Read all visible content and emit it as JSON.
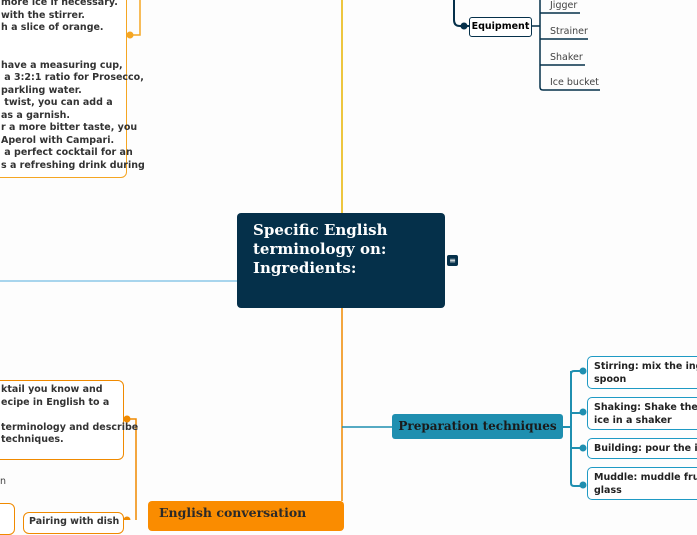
{
  "central": {
    "title": "Specific English terminology on: Ingredients:"
  },
  "topleft_note": {
    "text": "more ice if necessary.\nwith the stirrer.\nh a slice of orange.\n\n\nhave a measuring cup,\n a 3:2:1 ratio for Prosecco,\nparkling water.\n twist, you can add a\nas a garnish.\nr a more bitter taste, you\nAperol with Campari.\n a perfect cocktail for an\ns a refreshing drink during"
  },
  "equipment": {
    "label": "Equipment",
    "items": [
      "Jigger",
      "Strainer",
      "Shaker",
      "Ice bucket"
    ]
  },
  "preparation": {
    "label": "Preparation techniques",
    "items": [
      "Stirring: mix the ingred\nspoon",
      "Shaking: Shake the ing\nice in a shaker",
      "Building: pour the ingre",
      "Muddle: muddle fruit o\nglass"
    ]
  },
  "conversation": {
    "label": "English conversation",
    "task": "ktail you know and\necipe in English to a\n\nterminology and describe\ntechniques.",
    "partial": "n",
    "pairing": "Pairing with dish"
  }
}
